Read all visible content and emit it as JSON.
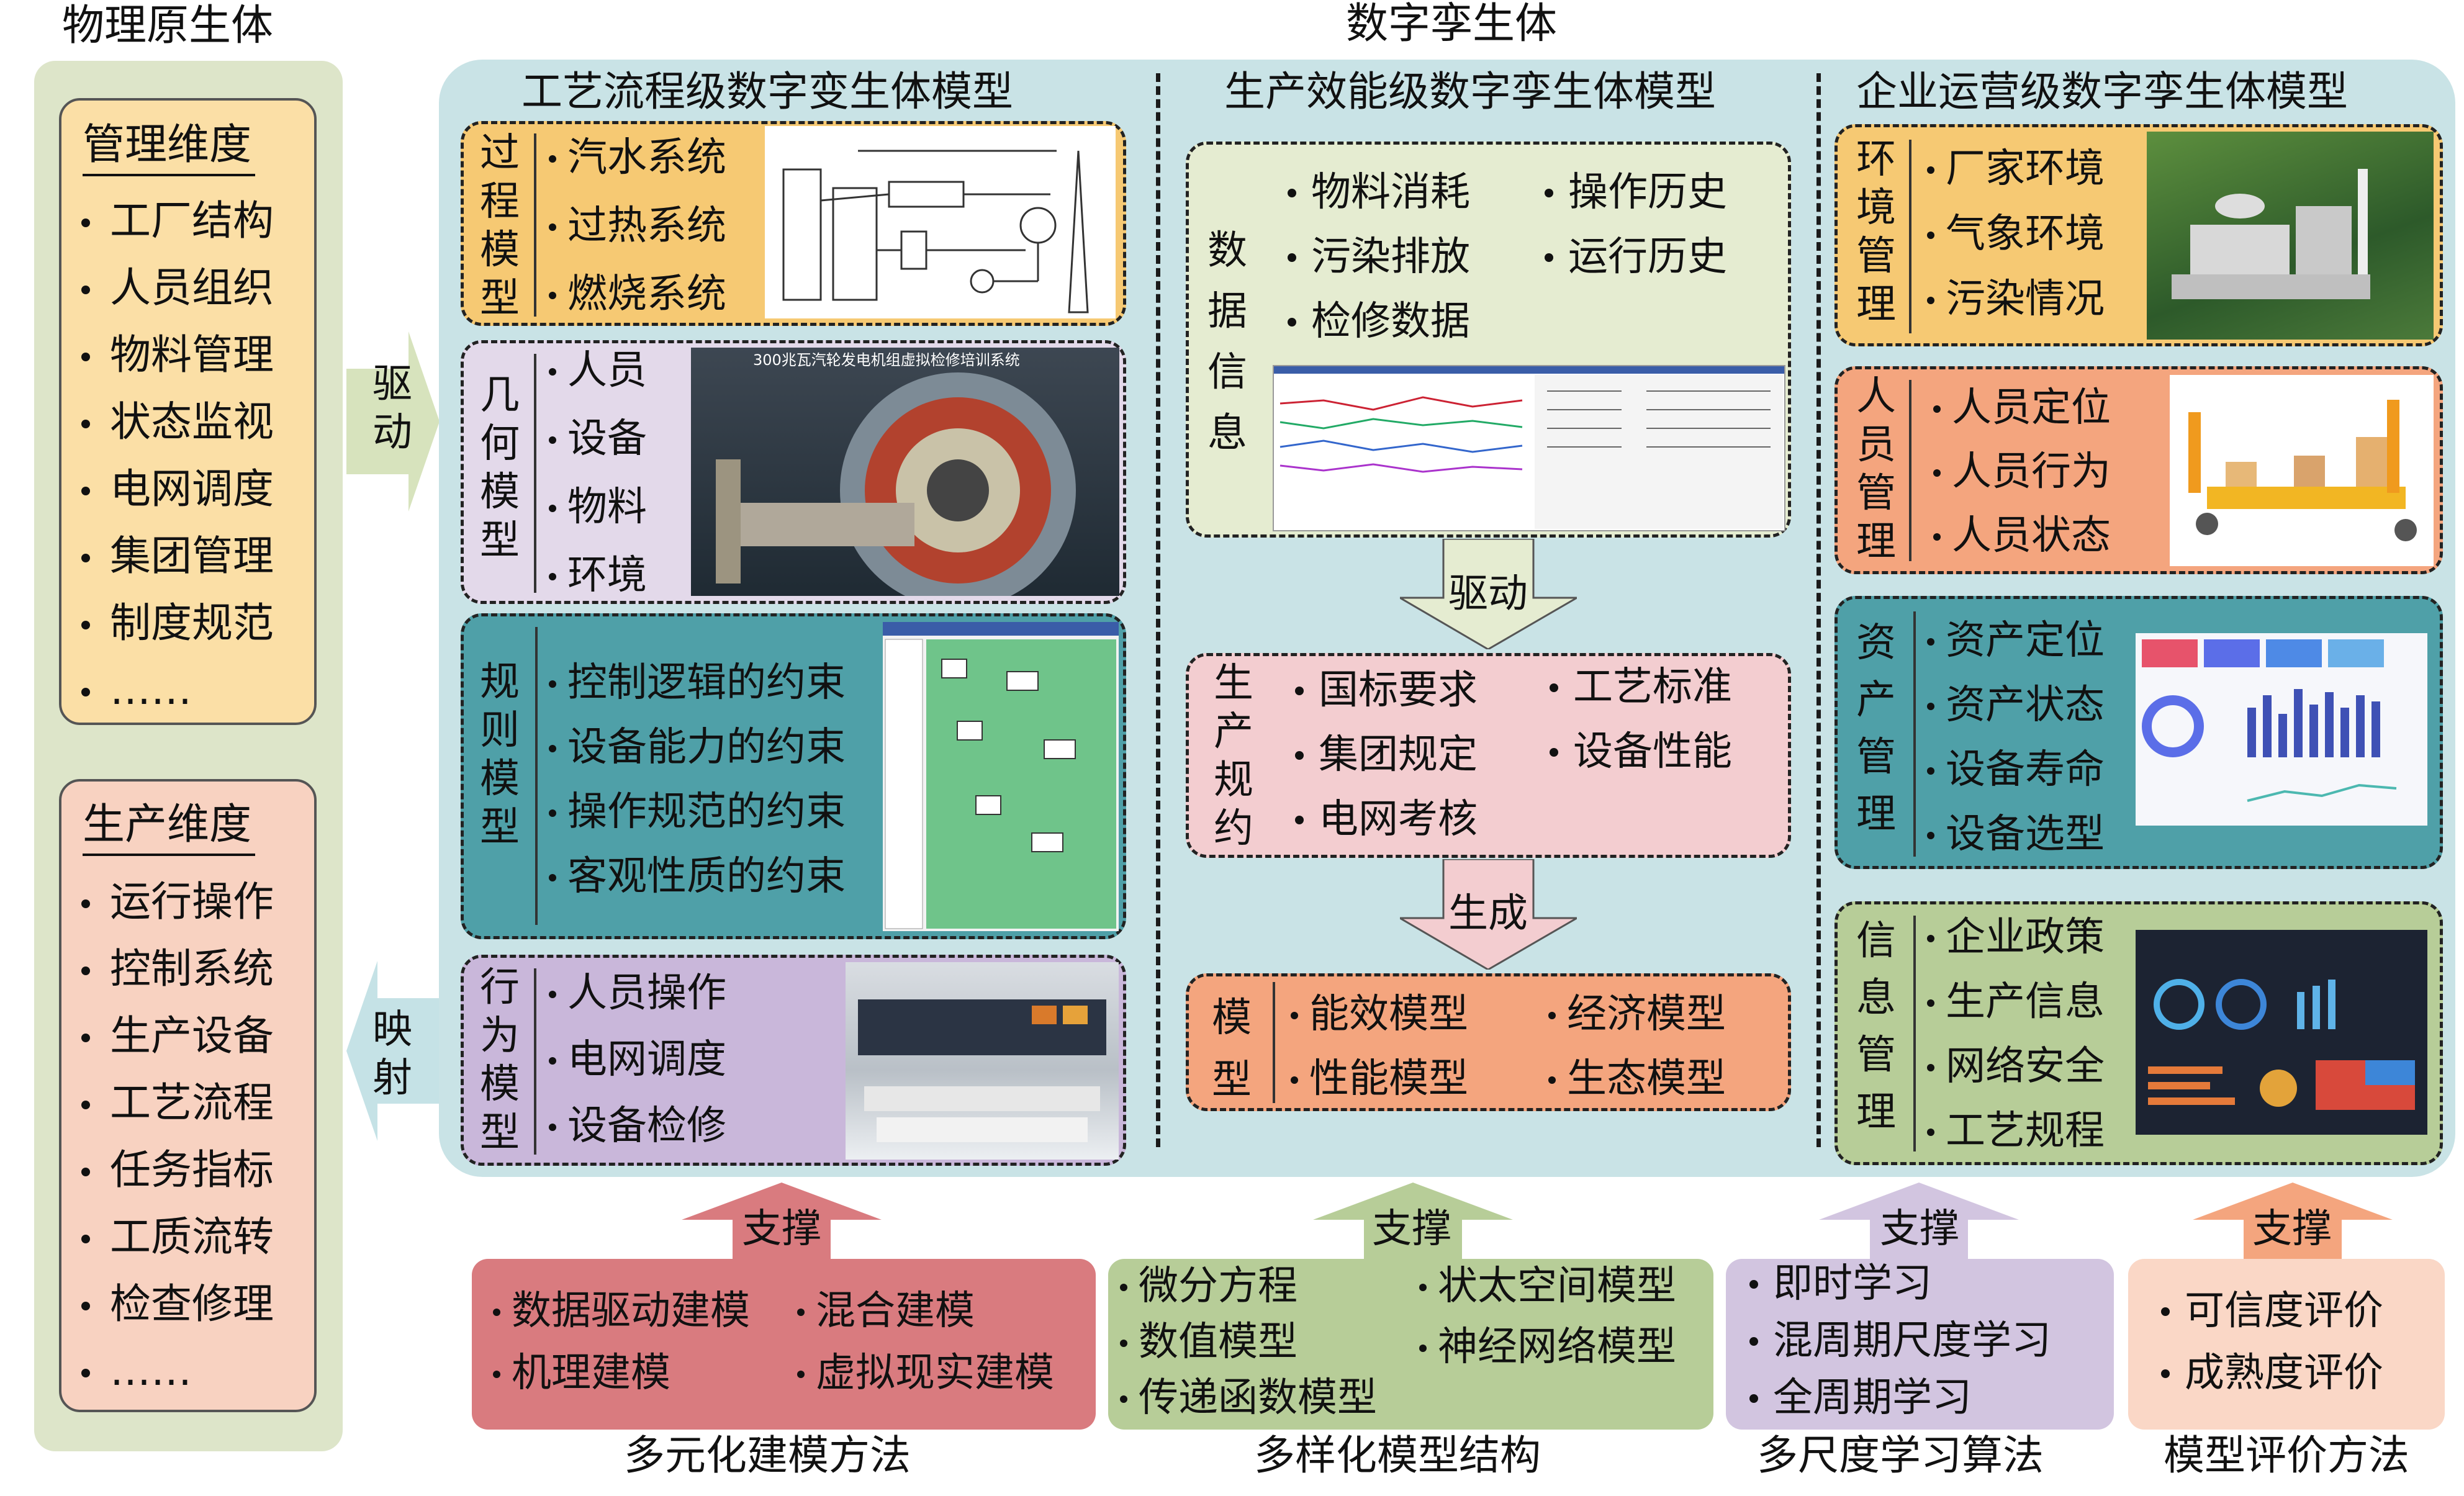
{
  "physical": {
    "title": "物理原生体",
    "management": {
      "title": "管理维度",
      "items": [
        "工厂结构",
        "人员组织",
        "物料管理",
        "状态监视",
        "电网调度",
        "集团管理",
        "制度规范",
        "……"
      ]
    },
    "production": {
      "title": "生产维度",
      "items": [
        "运行操作",
        "控制系统",
        "生产设备",
        "工艺流程",
        "任务指标",
        "工质流转",
        "检查修理",
        "……"
      ]
    }
  },
  "arrows": {
    "drive": "驱动",
    "map": "映射",
    "drive2": "驱动",
    "generate": "生成"
  },
  "twin": {
    "title": "数字孪生体",
    "process": {
      "title": "工艺流程级数字变生体模型",
      "process_model": {
        "label": "过程模型",
        "items": [
          "汽水系统",
          "过热系统",
          "燃烧系统"
        ]
      },
      "geometry_model": {
        "label": "几何模型",
        "items": [
          "人员",
          "设备",
          "物料",
          "环境"
        ],
        "image_caption": "300兆瓦汽轮发电机组虚拟检修培训系统"
      },
      "rule_model": {
        "label": "规则模型",
        "items": [
          "控制逻辑的约束",
          "设备能力的约束",
          "操作规范的约束",
          "客观性质的约束"
        ]
      },
      "behavior_model": {
        "label": "行为模型",
        "items": [
          "人员操作",
          "电网调度",
          "设备检修"
        ]
      }
    },
    "efficiency": {
      "title": "生产效能级数字孪生体模型",
      "data_info": {
        "label": "数据信息",
        "left": [
          "物料消耗",
          "污染排放",
          "检修数据"
        ],
        "right": [
          "操作历史",
          "运行历史"
        ]
      },
      "regulation": {
        "label": "生产规约",
        "left": [
          "国标要求",
          "集团规定",
          "电网考核"
        ],
        "right": [
          "工艺标准",
          "设备性能"
        ]
      },
      "models": {
        "label": "模型",
        "left": [
          "能效模型",
          "性能模型"
        ],
        "right": [
          "经济模型",
          "生态模型"
        ]
      }
    },
    "enterprise": {
      "title": "企业运营级数字孪生体模型",
      "environment": {
        "label": "环境管理",
        "items": [
          "厂家环境",
          "气象环境",
          "污染情况"
        ]
      },
      "personnel": {
        "label": "人员管理",
        "items": [
          "人员定位",
          "人员行为",
          "人员状态"
        ]
      },
      "asset": {
        "label": "资产管理",
        "items": [
          "资产定位",
          "资产状态",
          "设备寿命",
          "设备选型"
        ]
      },
      "information": {
        "label": "信息管理",
        "items": [
          "企业政策",
          "生产信息",
          "网络安全",
          "工艺规程"
        ]
      }
    }
  },
  "support": {
    "label": "支撑",
    "methods": {
      "title": "多元化建模方法",
      "items": [
        "数据驱动建模",
        "混合建模",
        "机理建模",
        "虚拟现实建模"
      ]
    },
    "structures": {
      "title": "多样化模型结构",
      "items": [
        "微分方程",
        "状太空间模型",
        "数值模型",
        "神经网络模型",
        "传递函数模型"
      ]
    },
    "algorithms": {
      "title": "多尺度学习算法",
      "items": [
        "即时学习",
        "混周期尺度学习",
        "全周期学习"
      ]
    },
    "evaluation": {
      "title": "模型评价方法",
      "items": [
        "可信度评价",
        "成熟度评价"
      ]
    }
  },
  "colors": {
    "phys_bg": "#dde5c9",
    "twin_bg": "#c9e3e6",
    "orange": "#f6c973",
    "lavender": "#e3d9ea",
    "teal": "#4fa0a8",
    "purple": "#c9b7da",
    "cream": "#e5ecd1",
    "pink": "#f3cdd0",
    "salmon": "#f4a57e",
    "peach": "#fad7c6",
    "red_box": "#d97b7f",
    "green_box": "#b7cd98",
    "lilac_box": "#d2c5e0"
  }
}
